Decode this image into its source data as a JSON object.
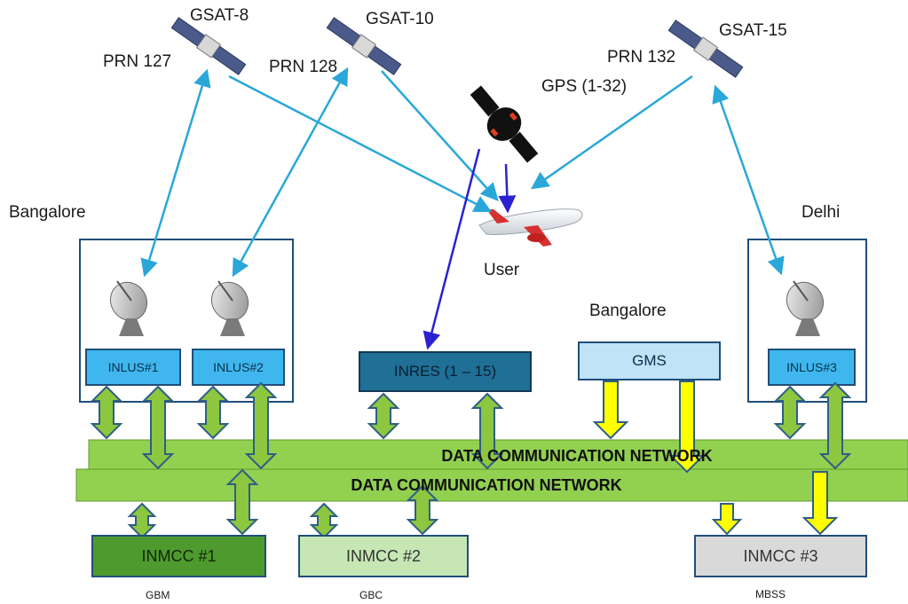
{
  "satellites": [
    {
      "name": "GSAT-8",
      "prn": "PRN 127"
    },
    {
      "name": "GSAT-10",
      "prn": "PRN 128"
    },
    {
      "name": "GSAT-15",
      "prn": "PRN 132"
    },
    {
      "name": "GPS (1-32)"
    }
  ],
  "user_label": "User",
  "regions": {
    "left": "Bangalore",
    "right": "Delhi",
    "center": "Bangalore"
  },
  "inlus": [
    "INLUS#1",
    "INLUS#2",
    "INLUS#3"
  ],
  "inres": "INRES (1 – 15)",
  "gms": "GMS",
  "network": {
    "upper": "DATA COMMUNICATION NETWORK",
    "lower": "DATA COMMUNICATION NETWORK"
  },
  "inmcc": [
    {
      "label": "INMCC #1",
      "site": "GBM"
    },
    {
      "label": "INMCC #2",
      "site": "GBC"
    },
    {
      "label": "INMCC #3",
      "site": "MBSS"
    }
  ],
  "colors": {
    "link_arrow": "#2aa7d8",
    "gps_arrow": "#2a22d0",
    "network_bar": "#92d050",
    "network_arrow": "#8dc63f",
    "gms_arrow": "#ffff00",
    "inlus_box": "#3fb7ee",
    "inres_box": "#1f6f97",
    "gms_box": "#bfe3f7",
    "inmcc1_box": "#4f9a2f",
    "inmcc2_box": "#c6e7b4",
    "inmcc3_box": "#d9d9d9"
  }
}
